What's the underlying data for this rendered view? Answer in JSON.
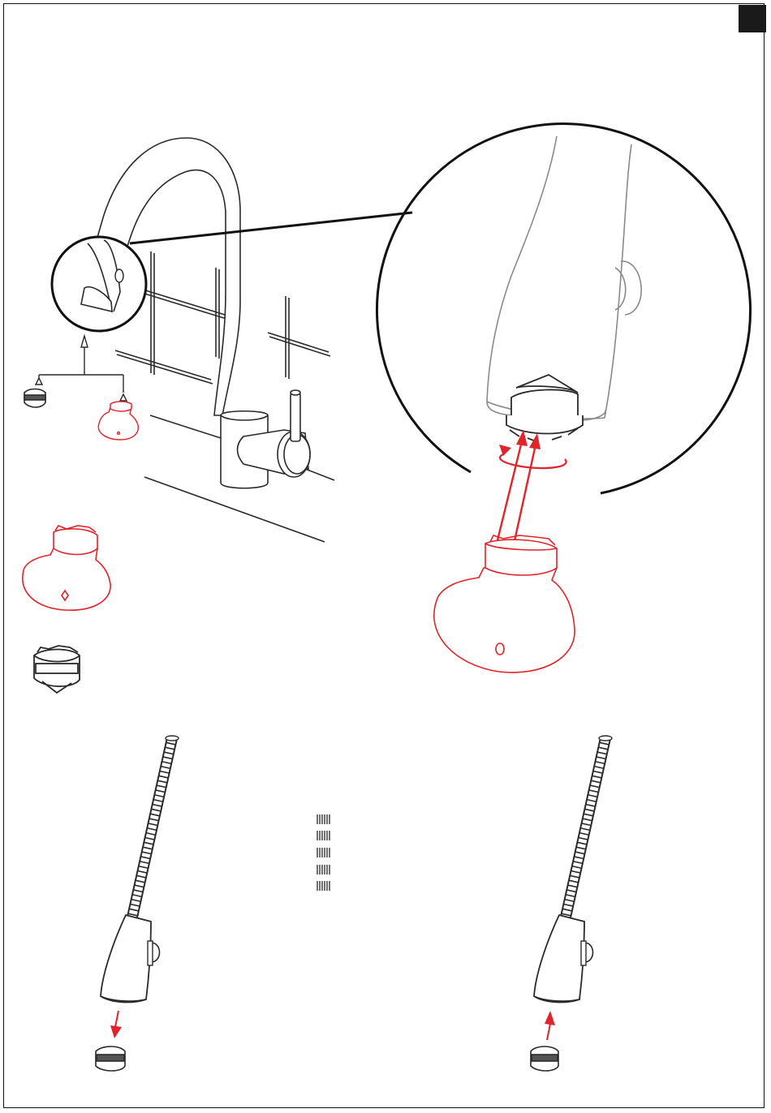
{
  "colors": {
    "line": "#2a2a2a",
    "light_line": "#8a8a8a",
    "accent": "#e0242b",
    "tab": "#1a1a1a"
  },
  "icons": {
    "corner_tab": "black-square-tab",
    "faucet": "kitchen-faucet-drawing",
    "detail": "magnified-spout-detail",
    "hose_left": "pull-out-hose-removal-drawing",
    "hose_right": "pull-out-hose-install-drawing",
    "cleaning": "cleaning-marks"
  }
}
